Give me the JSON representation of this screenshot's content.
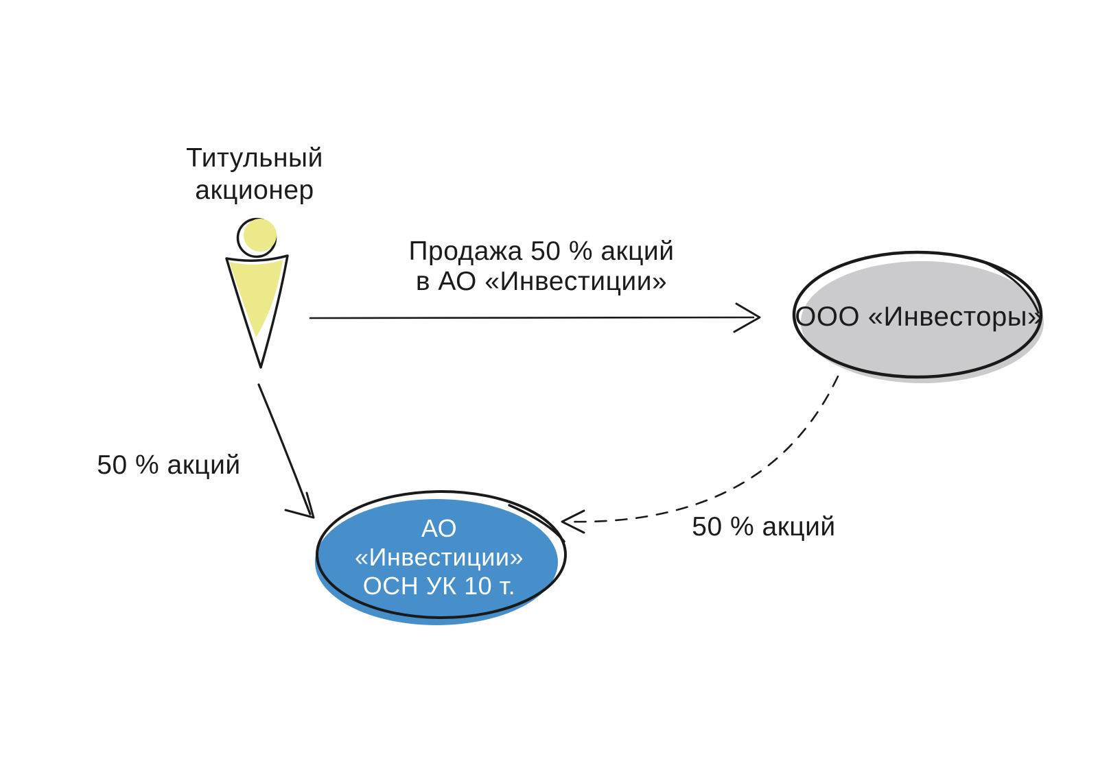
{
  "canvas": {
    "background": "#ffffff"
  },
  "colors": {
    "ink": "#1a1a1a",
    "person_fill": "#ece98a",
    "investors_fill": "#cbcbcd",
    "investments_fill": "#478fca",
    "investments_text": "#ffffff"
  },
  "nodes": {
    "shareholder": {
      "icon": "person-icon",
      "lines": [
        "Титульный",
        "акционер"
      ]
    },
    "investors": {
      "shape": "ellipse",
      "label": "ООО «Инвесторы»"
    },
    "investments": {
      "shape": "ellipse",
      "lines": [
        "АО",
        "«Инвестиции»",
        "ОСН УК 10 т."
      ]
    }
  },
  "edges": {
    "sale_to_investors": {
      "style": "solid-straight-arrow",
      "lines": [
        "Продажа 50 % акций",
        "в АО «Инвестиции»"
      ]
    },
    "shareholder_to_investments": {
      "style": "solid-curved-arrow",
      "label": "50 % акций"
    },
    "investors_to_investments": {
      "style": "dashed-curved-arrow",
      "label": "50 % акций"
    }
  }
}
